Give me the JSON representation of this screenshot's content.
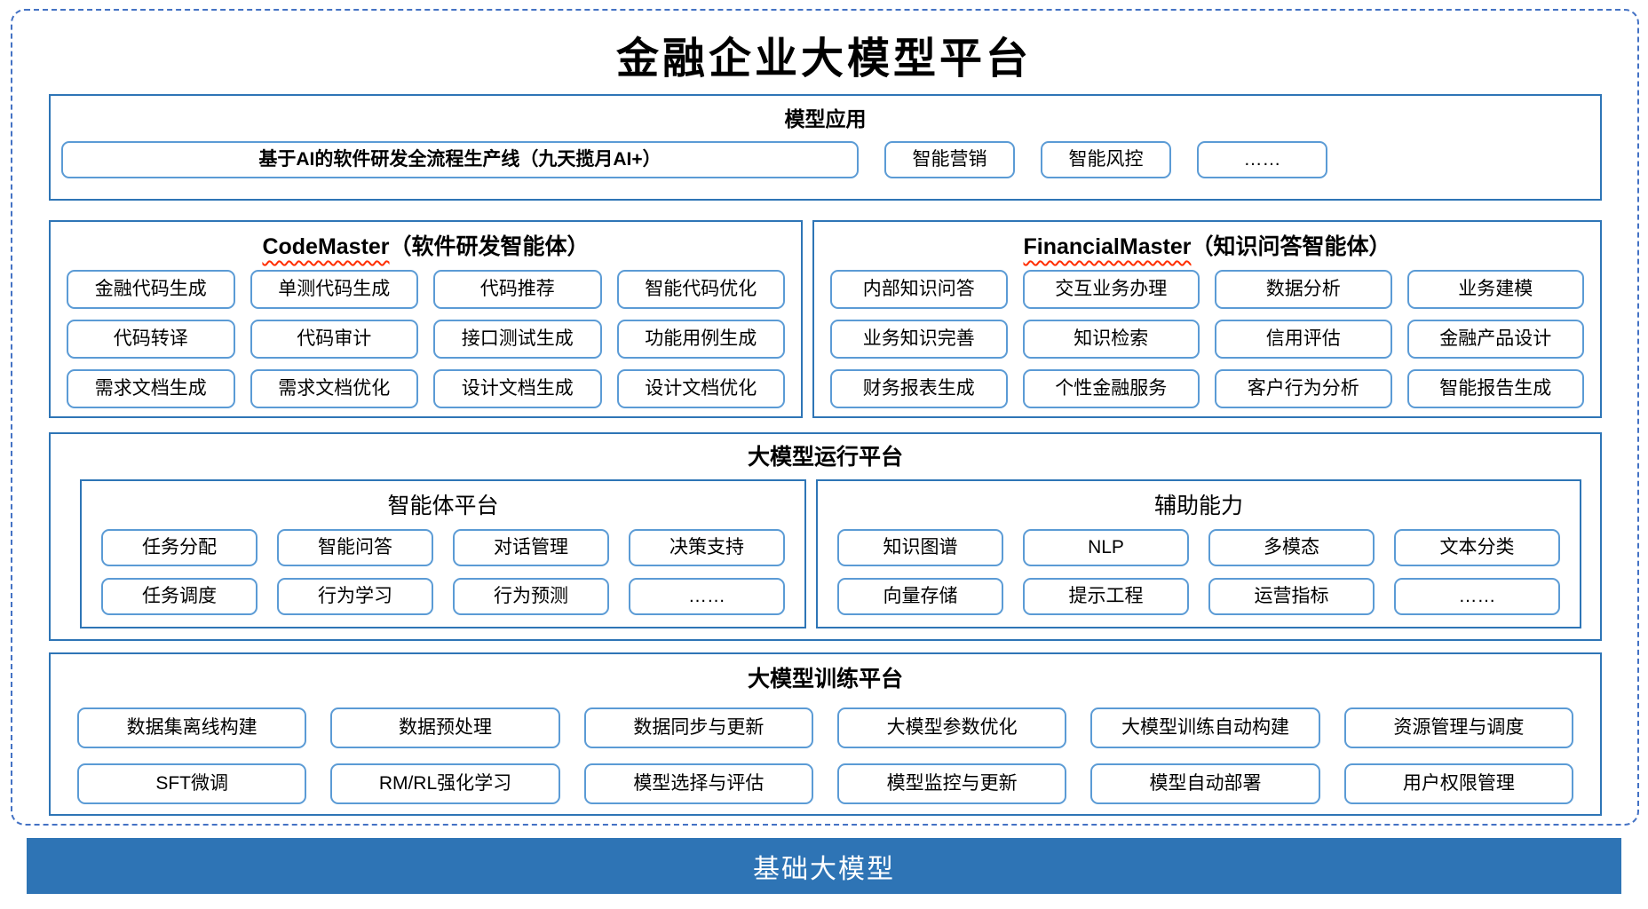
{
  "title": "金融企业大模型平台",
  "colors": {
    "dashed_border": "#4472C4",
    "box_border": "#2E75B6",
    "button_border": "#5B9BD5",
    "wavy_underline": "#FF2D00",
    "foundation_bg": "#2E74B5",
    "foundation_text": "#FFFFFF"
  },
  "model_app": {
    "header": "模型应用",
    "big_item": "基于AI的软件研发全流程生产线（九天揽月AI+）",
    "items": [
      "智能营销",
      "智能风控",
      "……"
    ]
  },
  "code_master": {
    "title_en": "CodeMaster",
    "title_suffix": "（软件研发智能体）",
    "items": [
      "金融代码生成",
      "单测代码生成",
      "代码推荐",
      "智能代码优化",
      "代码转译",
      "代码审计",
      "接口测试生成",
      "功能用例生成",
      "需求文档生成",
      "需求文档优化",
      "设计文档生成",
      "设计文档优化"
    ]
  },
  "financial_master": {
    "title_en": "FinancialMaster",
    "title_suffix": "（知识问答智能体）",
    "items": [
      "内部知识问答",
      "交互业务办理",
      "数据分析",
      "业务建模",
      "业务知识完善",
      "知识检索",
      "信用评估",
      "金融产品设计",
      "财务报表生成",
      "个性金融服务",
      "客户行为分析",
      "智能报告生成"
    ]
  },
  "runtime": {
    "header": "大模型运行平台",
    "agent_platform": {
      "header": "智能体平台",
      "items": [
        "任务分配",
        "智能问答",
        "对话管理",
        "决策支持",
        "任务调度",
        "行为学习",
        "行为预测",
        "……"
      ]
    },
    "aux_ability": {
      "header": "辅助能力",
      "items": [
        "知识图谱",
        "NLP",
        "多模态",
        "文本分类",
        "向量存储",
        "提示工程",
        "运营指标",
        "……"
      ]
    }
  },
  "training": {
    "header": "大模型训练平台",
    "items": [
      "数据集离线构建",
      "数据预处理",
      "数据同步与更新",
      "大模型参数优化",
      "大模型训练自动构建",
      "资源管理与调度",
      "SFT微调",
      "RM/RL强化学习",
      "模型选择与评估",
      "模型监控与更新",
      "模型自动部署",
      "用户权限管理"
    ]
  },
  "foundation": {
    "label": "基础大模型"
  }
}
